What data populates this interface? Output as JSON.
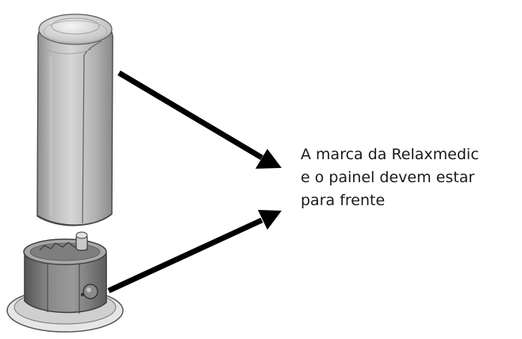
{
  "instruction": {
    "lines": [
      "A marca da Relaxmedic",
      "e o painel devem estar",
      "para frente"
    ]
  },
  "parts": [
    {
      "name": "device-cover-icon"
    },
    {
      "name": "device-base-icon"
    }
  ],
  "colors": {
    "arrow": "#000000",
    "text": "#1a1a1a"
  }
}
